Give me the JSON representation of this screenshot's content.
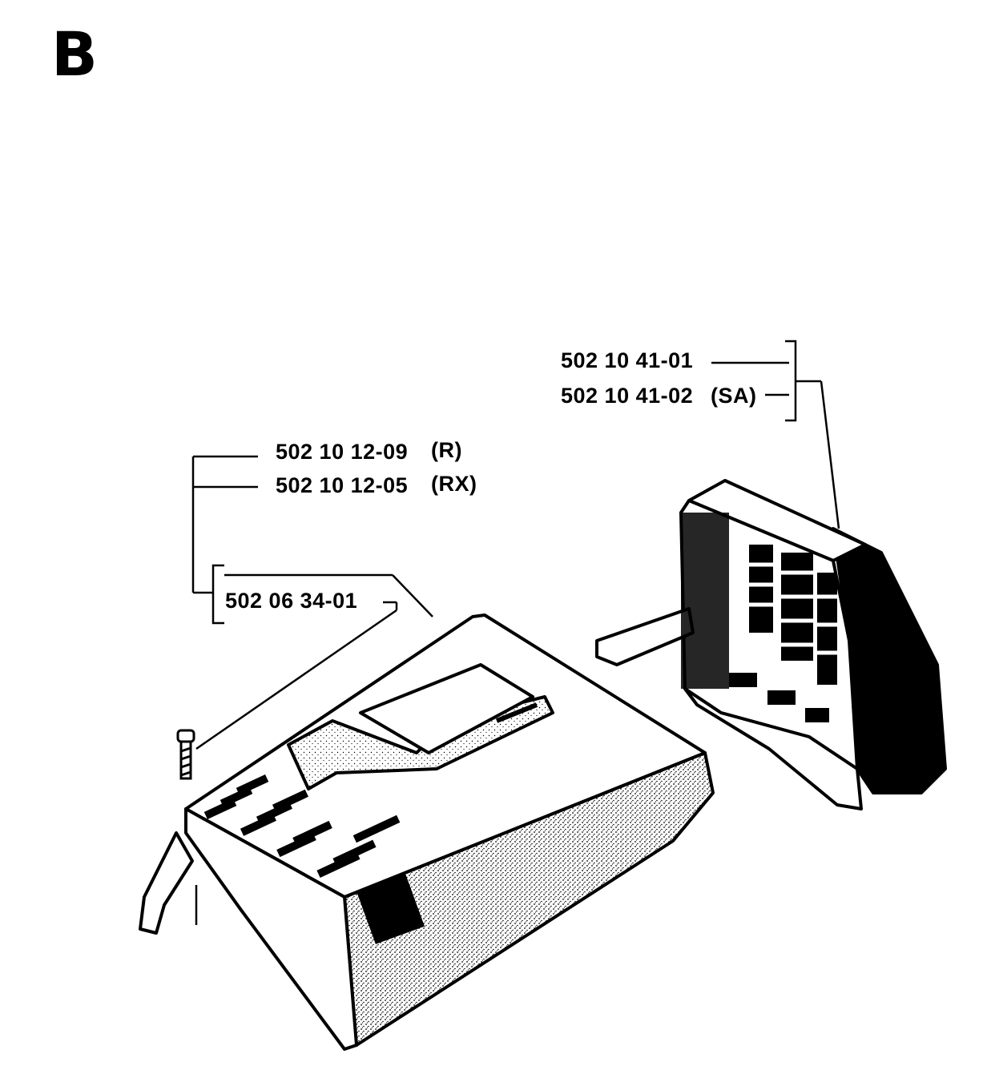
{
  "section_letter": "B",
  "callouts": {
    "air_filter_cover_std": "502 10 41-01",
    "air_filter_cover_sa": "502 10 41-02",
    "air_filter_cover_sa_variant": "(SA)",
    "cylinder_cover_r": "502 10 12-09",
    "cylinder_cover_r_variant": "(R)",
    "cylinder_cover_rx": "502 10 12-05",
    "cylinder_cover_rx_variant": "(RX)",
    "screw": "502 06 34-01"
  }
}
